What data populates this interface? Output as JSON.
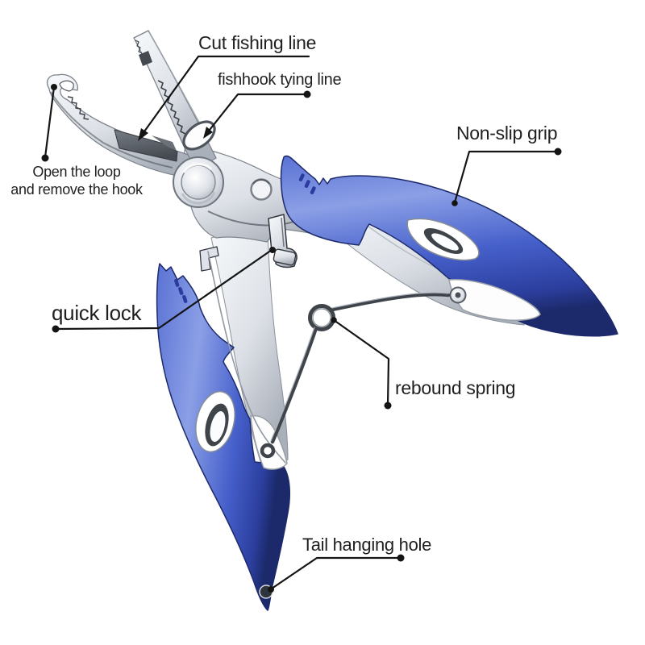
{
  "diagram": {
    "background": "#ffffff",
    "labels": {
      "cut_fishing_line": "Cut fishing line",
      "fishhook_tying_line": "fishhook tying line",
      "non_slip_grip": "Non-slip grip",
      "open_loop_line1": "Open the loop",
      "open_loop_line2": "and remove the hook",
      "quick_lock": "quick lock",
      "rebound_spring": "rebound spring",
      "tail_hanging_hole": "Tail hanging hole"
    },
    "colors": {
      "handle_blue": "#4660cb",
      "handle_blue_light": "#8b9fe6",
      "handle_blue_deep": "#2c3f9f",
      "handle_blue_edge": "#1c2a6b",
      "metal_white": "#f7f9fb",
      "metal_light": "#dde1e7",
      "metal_shadow": "#aab0ba",
      "metal_edge": "#7d838c",
      "cutter_dark": "#464b52",
      "label_text": "#1f1f1f",
      "leader_line": "#141414"
    }
  }
}
